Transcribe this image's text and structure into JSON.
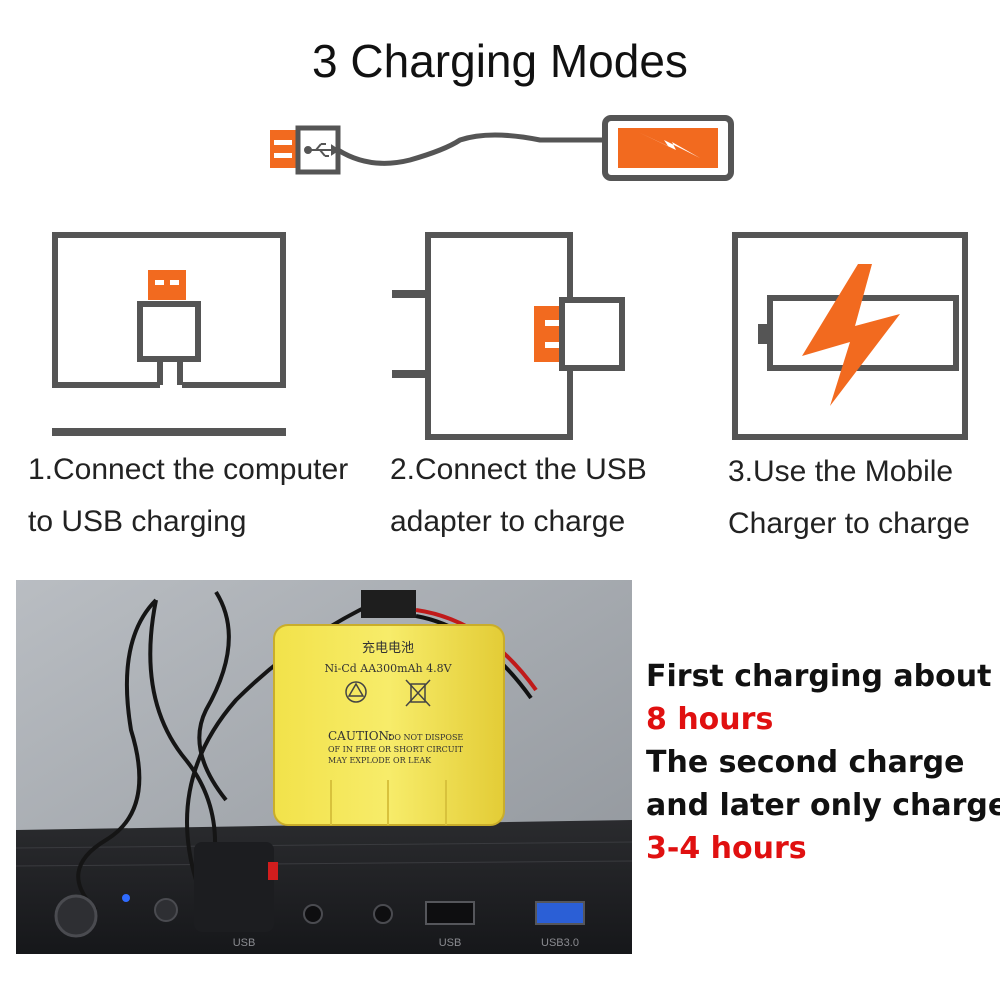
{
  "header": {
    "title": "3 Charging Modes"
  },
  "modes": [
    {
      "line1": "1.Connect the computer",
      "line2": "to USB charging",
      "icon": "laptop-usb-icon"
    },
    {
      "line1": "2.Connect the USB",
      "line2": "adapter to charge",
      "icon": "wall-adapter-icon"
    },
    {
      "line1": "3.Use the Mobile",
      "line2": "Charger to charge",
      "icon": "battery-lightning-icon"
    }
  ],
  "photo": {
    "battery": {
      "chinese_label": "充电电池",
      "spec": "Ni-Cd  AA300mAh  4.8V",
      "caution": "CAUTION:",
      "caution_rest": "DO NOT DISPOSE",
      "warning1": "OF IN FIRE OR SHORT CIRCUIT",
      "warning2": "MAY EXPLODE OR LEAK"
    },
    "port_labels": [
      "USB",
      "USB",
      "USB3.0"
    ]
  },
  "info": {
    "line1": "First charging about",
    "line2": "8 hours",
    "line3": "The second charge",
    "line4": "and later only charge",
    "line5": "3-4 hours"
  },
  "colors": {
    "accent": "#f26a1f",
    "outline": "#555555",
    "highlight": "#e01010"
  }
}
